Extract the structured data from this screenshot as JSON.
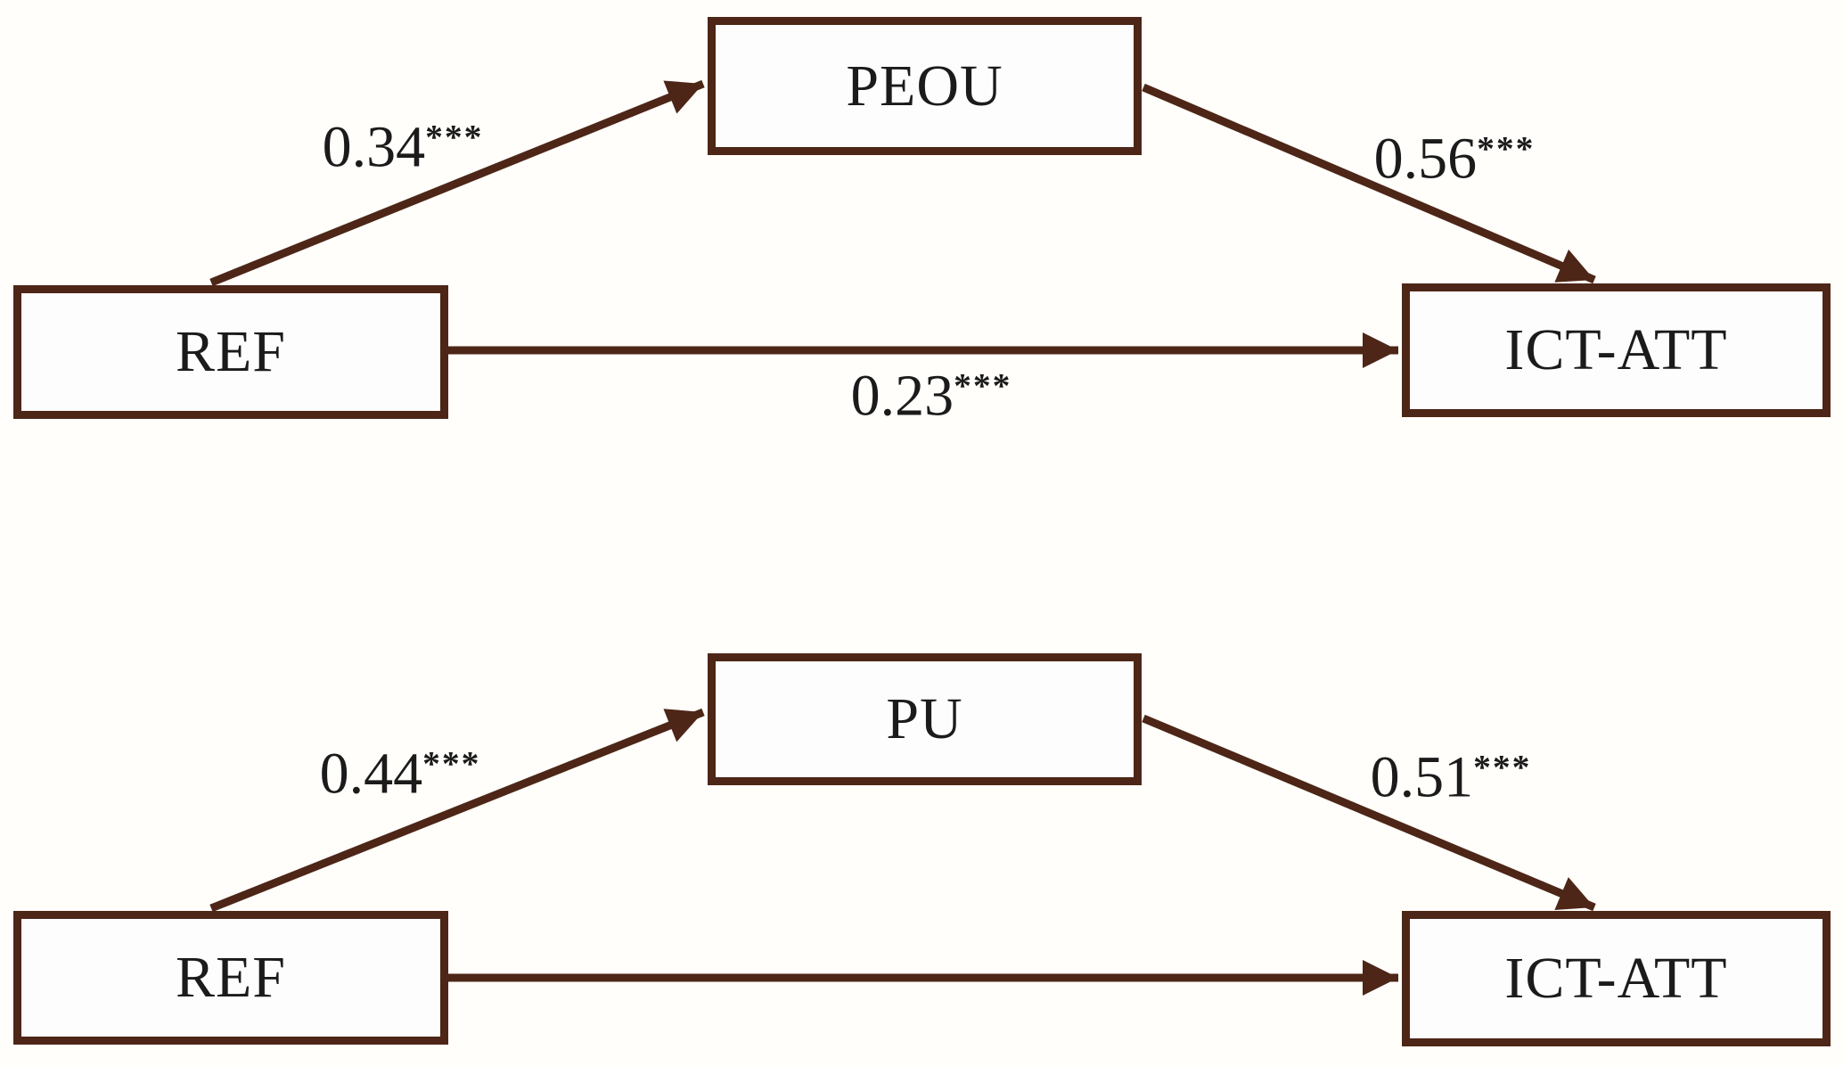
{
  "diagram": {
    "description": "Two mediation path models: REF to ICT-ATT mediated by PEOU (top) and by PU (bottom)",
    "colors": {
      "line": "#4d2617",
      "text": "#1b1b1b",
      "background": "#fffefa",
      "box_fill": "#fdfdfe"
    },
    "panels": [
      {
        "predictor": "REF",
        "mediator": "PEOU",
        "outcome": "ICT-ATT",
        "paths": {
          "a": {
            "coef": "0.34",
            "sig": "***"
          },
          "b": {
            "coef": "0.56",
            "sig": "***"
          },
          "c": {
            "coef": "0.23",
            "sig": "***"
          }
        }
      },
      {
        "predictor": "REF",
        "mediator": "PU",
        "outcome": "ICT-ATT",
        "paths": {
          "a": {
            "coef": "0.44",
            "sig": "***"
          },
          "b": {
            "coef": "0.51",
            "sig": "***"
          }
        }
      }
    ]
  }
}
